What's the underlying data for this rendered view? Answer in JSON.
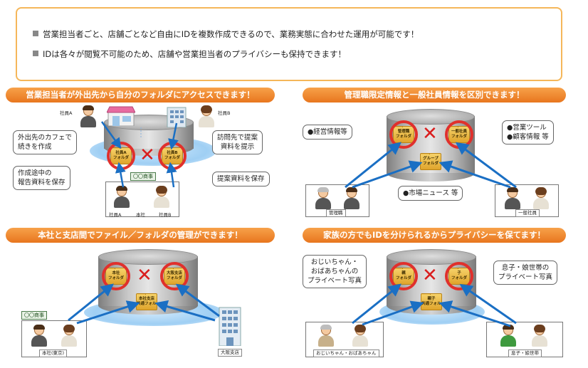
{
  "info": {
    "line1": "営業担当者ごと、店舗ごとなど自由にIDを複数作成できるので、業務実態に合わせた運用が可能です！",
    "line2": "IDは各々が閲覧不可能のため、店舗や営業担当者のプライバシーも保持できます！"
  },
  "panel1": {
    "title": "営業担当者が外出先から自分のフォルダにアクセスできます！",
    "employee_a_top": "社員A",
    "employee_b_top": "社員B",
    "folder_a": "社員A\nフォルダ",
    "folder_b": "社員B\nフォルダ",
    "company_tag": "〇〇商事",
    "callout_cafe": "外出先のカフェで\n続きを作成",
    "callout_report": "作成途中の\n報告資料を保存",
    "callout_visit": "訪問先で提案\n資料を提示",
    "callout_save": "提案資料を保存",
    "label_a": "社員A",
    "label_hq": "本社",
    "label_b": "社員B"
  },
  "panel2": {
    "title": "管理職限定情報と一般社員情報を区別できます！",
    "folder_mgr": "管理職\nフォルダ",
    "folder_general": "一般社員\nフォルダ",
    "folder_group": "グループ\nフォルダ",
    "callout_mgmt": "●経営情報等",
    "callout_tools": "●営業ツール\n●顧客情報 等",
    "callout_market": "●市場ニュース 等",
    "label_mgr": "管理職",
    "label_general": "一般社員"
  },
  "panel3": {
    "title": "本社と支店間でファイル／フォルダの管理ができます！",
    "folder_hq": "本社\nフォルダ",
    "folder_osaka": "大阪支店\nフォルダ",
    "folder_shared": "本社支店\n共通フォルダ",
    "company_tag": "〇〇商事",
    "label_hq": "本社(東京)",
    "label_osaka": "大阪支店"
  },
  "panel4": {
    "title": "家族の方でもIDを分けられるからプライバシーを保てます！",
    "folder_parent": "親\nフォルダ",
    "folder_child": "子\nフォルダ",
    "folder_shared": "親子\n共通フォルダ",
    "callout_grand": "おじいちゃん・\nおばあちゃんの\nプライベート写真",
    "callout_kids": "息子・娘世帯の\nプライベート写真",
    "label_grand": "おじいちゃん・おばあちゃん",
    "label_kids": "息子・娘世帯"
  },
  "colors": {
    "accent_orange": "#e8761e",
    "border_orange": "#f5b75a",
    "arrow_blue": "#1a6fc4",
    "deny_red": "#e0302c",
    "folder_yellow": "#f0c14b"
  }
}
